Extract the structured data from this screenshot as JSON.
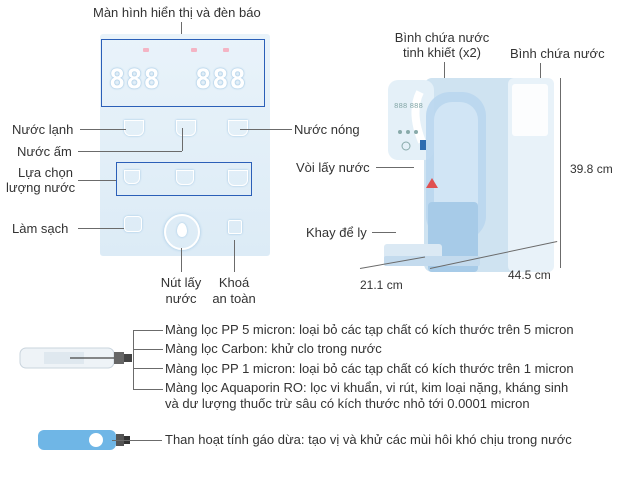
{
  "title_panel": "Màn hình hiển thị và đèn báo",
  "labels": {
    "cold_water": "Nước lạnh",
    "warm_water": "Nước ấm",
    "volume_select_1": "Lựa chọn",
    "volume_select_2": "lượng nước",
    "clean": "Làm sạch",
    "hot_water": "Nước nóng",
    "dispense_button_1": "Nút lấy",
    "dispense_button_2": "nước",
    "safety_lock_1": "Khoá",
    "safety_lock_2": "an toàn",
    "tank_pure_1": "Bình chứa nước",
    "tank_pure_2": "tinh khiết (x2)",
    "tank": "Bình chứa nước",
    "faucet": "Vòi lấy nước",
    "tray": "Khay để ly"
  },
  "panel_display": {
    "left_digits": "888",
    "right_digits": "888"
  },
  "dimensions": {
    "height": "39.8 cm",
    "width": "21.1 cm",
    "depth": "44.5 cm"
  },
  "filters_group1": [
    "Màng lọc PP 5 micron: loại bỏ các tạp chất có kích thước trên 5 micron",
    "Màng lọc Carbon: khử clo trong nước",
    "Màng lọc PP 1 micron: loại bỏ các tạp chất có kích thước trên 1 micron",
    "Màng lọc Aquaporin RO: lọc vi khuẩn, vi rút, kim loại nặng, kháng sinh",
    "và dư lượng thuốc trừ sâu có kích thước nhỏ tới 0.0001 micron"
  ],
  "filter_group2": "Than hoạt tính gáo dừa: tạo vị và khử các mùi hôi khó chịu trong nước",
  "colors": {
    "highlight_box": "#2b5fb8",
    "panel_bg": "#e3eff8",
    "machine_body": "#d5e8f4",
    "leader_line": "#6b6b6b"
  }
}
